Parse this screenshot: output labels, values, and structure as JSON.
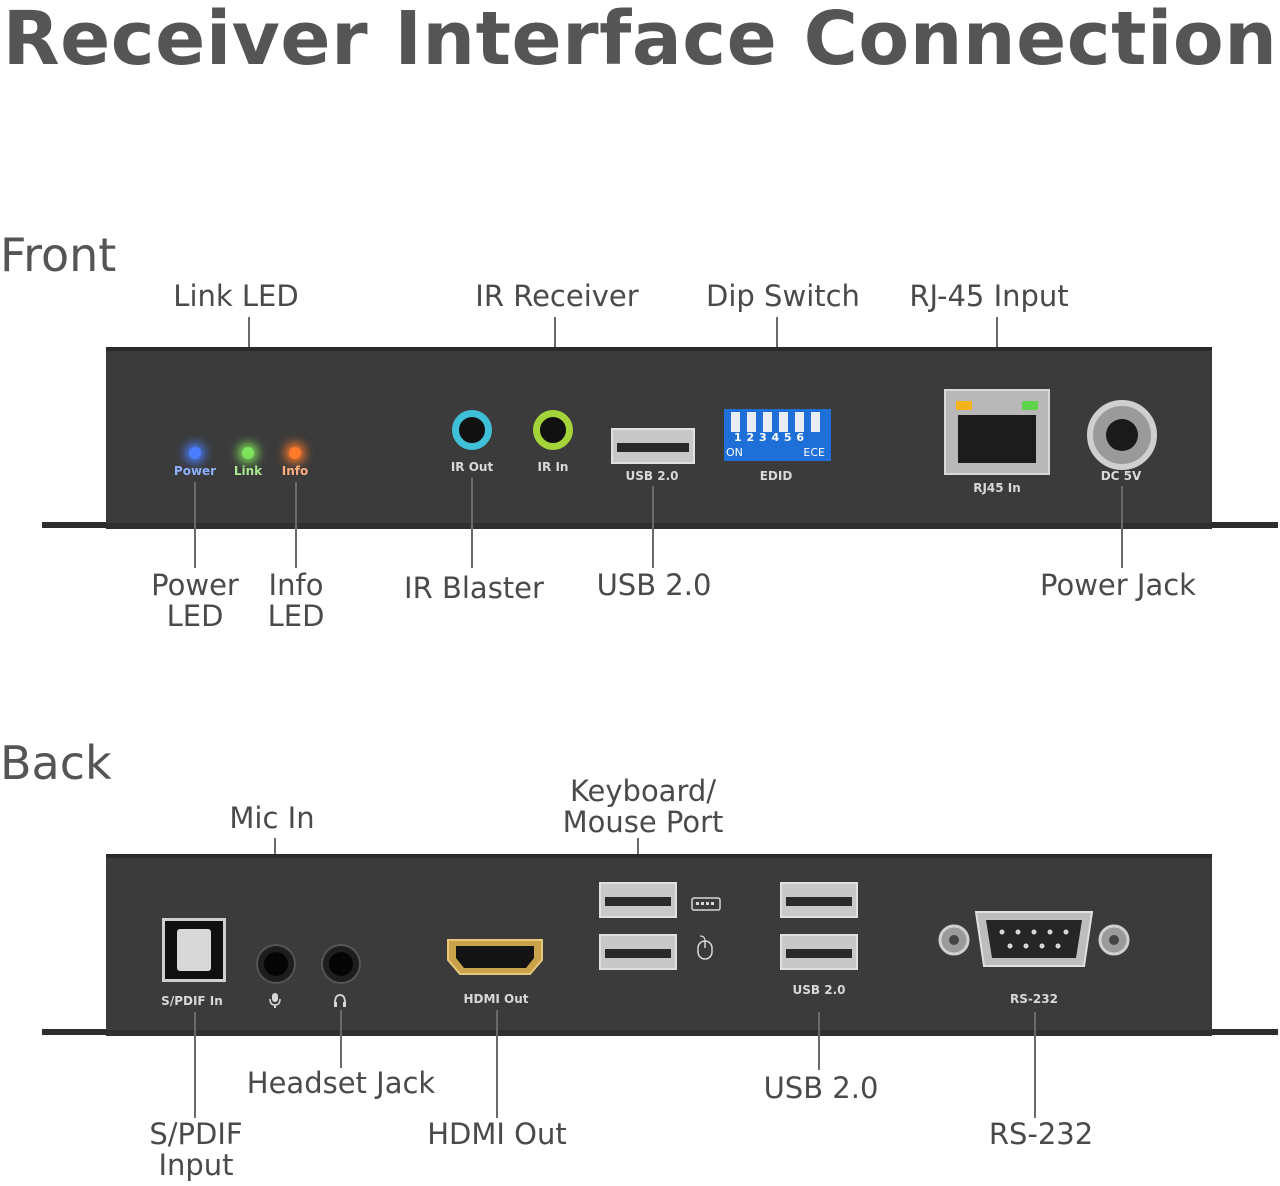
{
  "title": "Receiver Interface Connection",
  "front": {
    "heading": "Front",
    "callouts": {
      "link_led": "Link LED",
      "ir_receiver": "IR Receiver",
      "dip_switch": "Dip Switch",
      "rj45_input": "RJ-45 Input",
      "power_led_1": "Power",
      "power_led_2": "LED",
      "info_led_1": "Info",
      "info_led_2": "LED",
      "ir_blaster": "IR Blaster",
      "usb": "USB 2.0",
      "power_jack": "Power Jack"
    },
    "silkscreen": {
      "power": "Power",
      "link": "Link",
      "info": "Info",
      "ir_out": "IR Out",
      "ir_in": "IR In",
      "usb": "USB 2.0",
      "edid": "EDID",
      "rj45": "RJ45 In",
      "dc": "DC 5V",
      "dip_on": "ON",
      "dip_ece": "ECE",
      "dip_numbers": "1  2  3  4  5  6"
    },
    "colors": {
      "power_led": "#4a7dff",
      "link_led": "#7de35a",
      "info_led": "#ff7a2a",
      "ir_out_ring": "#3fc0d8",
      "ir_in_ring": "#a4d33a",
      "dip_body": "#1f6fd8"
    }
  },
  "back": {
    "heading": "Back",
    "callouts": {
      "mic_in": "Mic In",
      "keyboard_1": "Keyboard/",
      "keyboard_2": "Mouse Port",
      "headset_jack": "Headset Jack",
      "spdif_1": "S/PDIF",
      "spdif_2": "Input",
      "hdmi_out": "HDMI Out",
      "usb": "USB 2.0",
      "rs232": "RS-232"
    },
    "silkscreen": {
      "spdif": "S/PDIF In",
      "hdmi": "HDMI Out",
      "usb": "USB 2.0",
      "rs232": "RS-232"
    },
    "icons": [
      "microphone-icon",
      "headphones-icon",
      "keyboard-icon",
      "mouse-icon"
    ]
  }
}
